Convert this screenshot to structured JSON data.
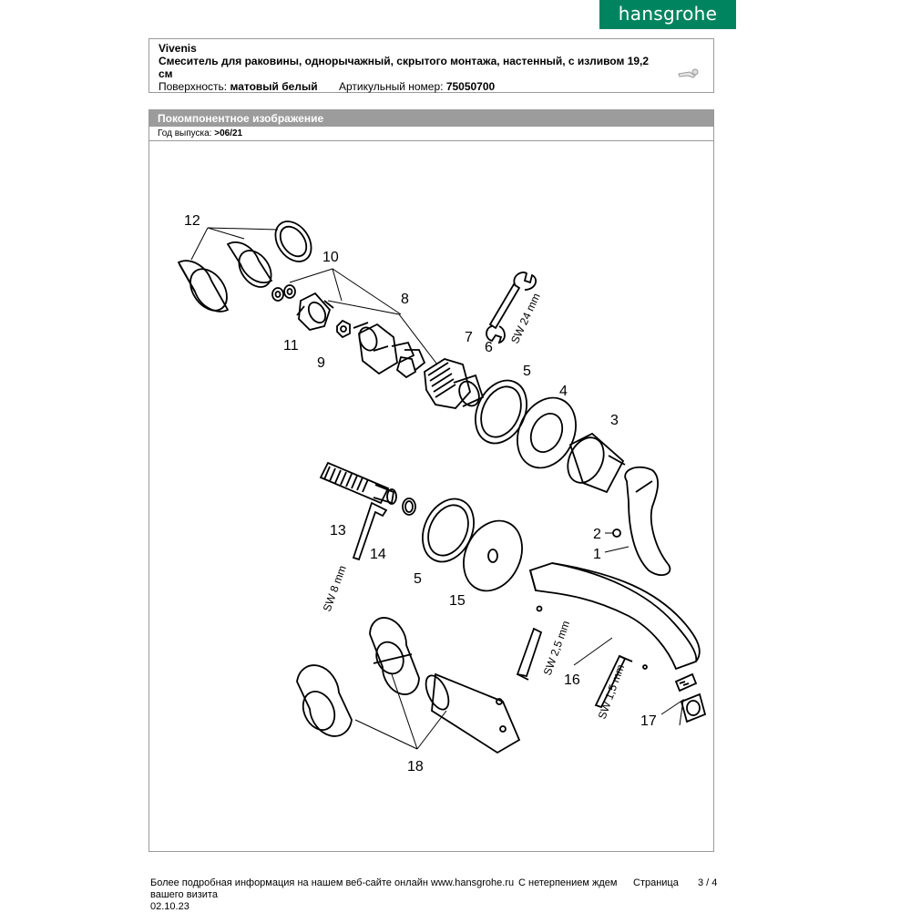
{
  "brand": {
    "logo_text": "hansgrohe",
    "logo_color": "#00845f"
  },
  "product": {
    "name": "Vivenis",
    "description": "Смеситель для раковины, однорычажный, скрытого монтажа, настенный, с изливом 19,2",
    "description_cont": "см",
    "surface_label": "Поверхность:",
    "surface_value": "матовый белый",
    "article_label": "Артикульный номер:",
    "article_value": "75050700"
  },
  "section": {
    "title": "Покомпонентное изображение",
    "year_label": "Год выпуска:",
    "year_value": ">06/21",
    "bar_color": "#9c9c9c"
  },
  "drawing": {
    "part_labels": [
      "1",
      "2",
      "3",
      "4",
      "5",
      "5",
      "6",
      "7",
      "8",
      "9",
      "10",
      "11",
      "12",
      "13",
      "14",
      "15",
      "16",
      "17",
      "18"
    ],
    "tool_labels": [
      "SW 24 mm",
      "SW 8 mm",
      "SW 2,5 mm",
      "SW 1,5 mm"
    ]
  },
  "footer": {
    "info_text": "Более подробная информация на нашем веб-сайте онлайн",
    "url": "www.hansgrohe.ru",
    "cta": "С нетерпением ждем",
    "cta_cont": "вашего визита",
    "page_label": "Страница",
    "page_number": "3 / 4",
    "date": "02.10.23"
  }
}
